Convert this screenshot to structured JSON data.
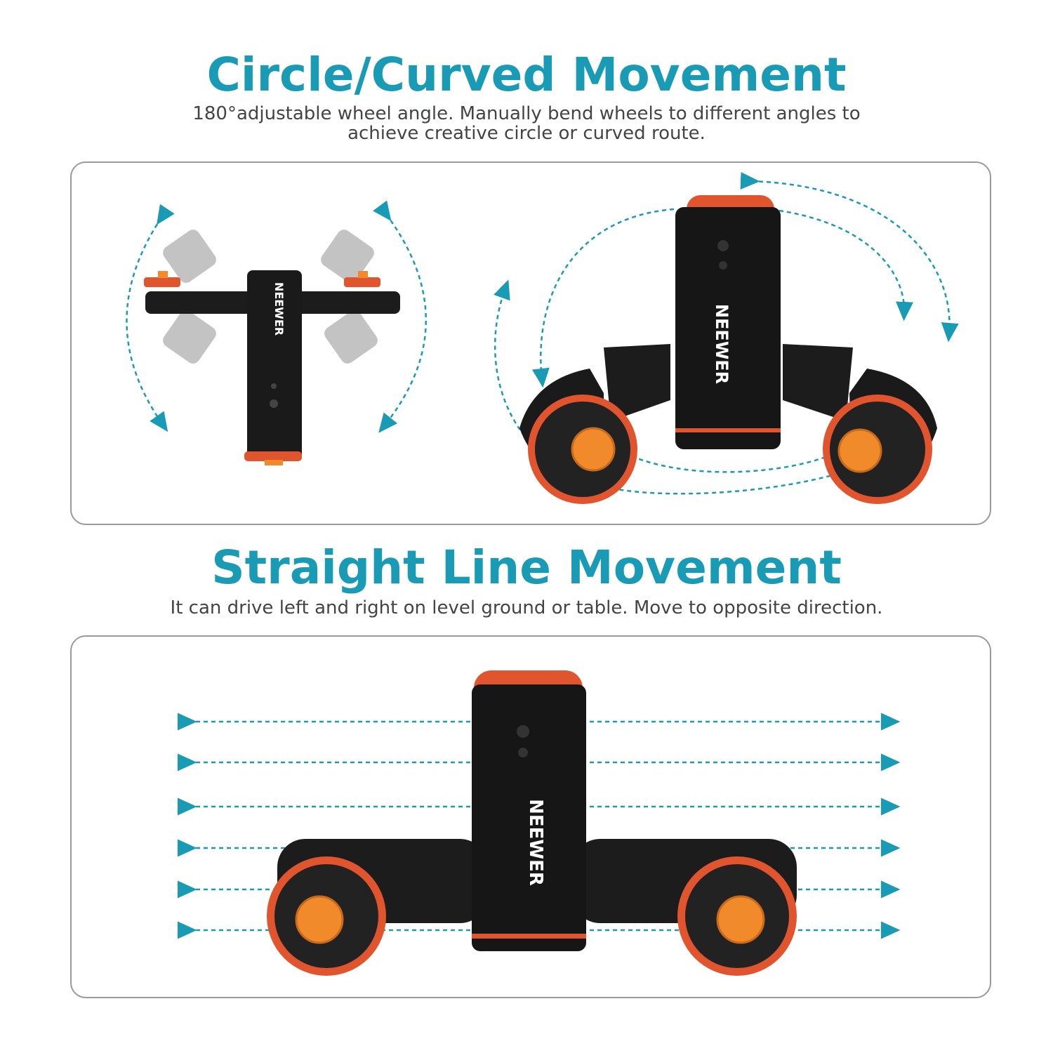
{
  "colors": {
    "accent": "#1a9bb5",
    "wheel_ring": "#e0552e",
    "knob": "#f08a2a",
    "body": "#161616",
    "arrow": "#1a9bb5"
  },
  "section1": {
    "title": "Circle/Curved Movement",
    "subtitle_line1": "180°adjustable wheel angle. Manually bend wheels to different angles to",
    "subtitle_line2": "achieve creative circle or curved route."
  },
  "section2": {
    "title": "Straight Line Movement",
    "subtitle": "It can drive left and right on level ground or table. Move to opposite direction."
  },
  "product": {
    "brand": "NEEWER"
  }
}
